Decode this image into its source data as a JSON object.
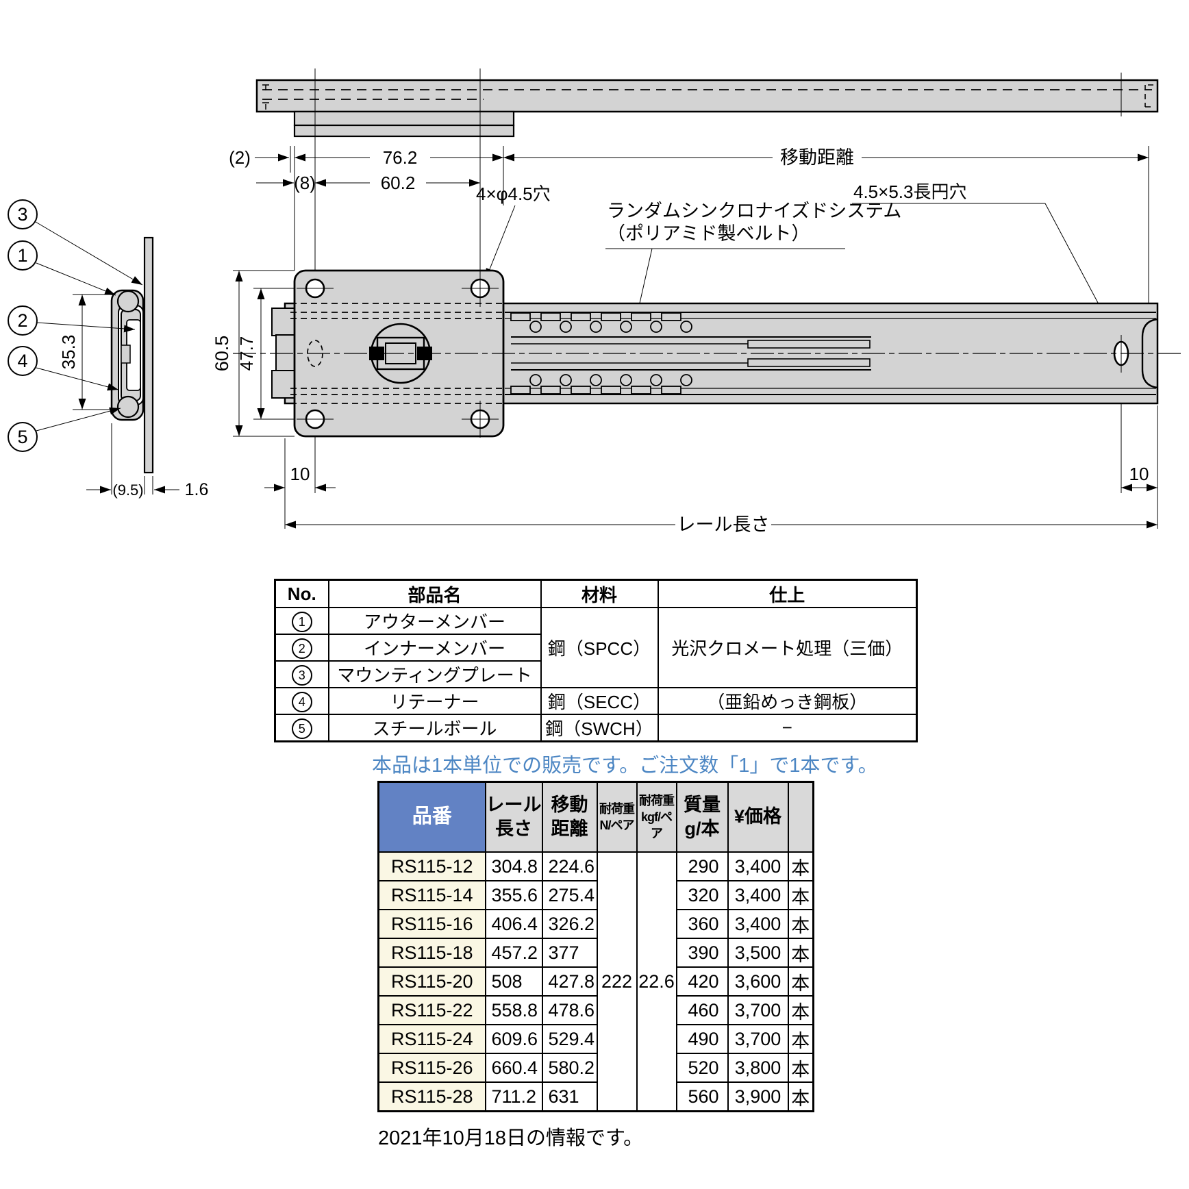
{
  "drawing": {
    "labels": {
      "dim_2": "(2)",
      "dim_76_2": "76.2",
      "travel_label": "移動距離",
      "dim_8": "(8)",
      "dim_60_2": "60.2",
      "holes_label": "4×φ4.5穴",
      "sync_line1": "ランダムシンクロナイズドシステム",
      "sync_line2": "（ポリアミド製ベルト）",
      "oval_label": "4.5×5.3長円穴",
      "dim_60_5": "60.5",
      "dim_47_7": "47.7",
      "dim_10_left": "10",
      "dim_10_right": "10",
      "rail_length_label": "レール長さ",
      "dim_35_3": "35.3",
      "dim_9_5": "(9.5)",
      "dim_1_6": "1.6"
    },
    "callouts": [
      "3",
      "1",
      "2",
      "4",
      "5"
    ]
  },
  "parts_table": {
    "headers": [
      "No.",
      "部品名",
      "材料",
      "仕上"
    ],
    "merged_material": "鋼（SPCC）",
    "merged_finish": "光沢クロメート処理（三価）",
    "rows": [
      {
        "no": "1",
        "name": "アウターメンバー"
      },
      {
        "no": "2",
        "name": "インナーメンバー"
      },
      {
        "no": "3",
        "name": "マウンティングプレート"
      },
      {
        "no": "4",
        "name": "リテーナー",
        "material": "鋼（SECC）",
        "finish": "（亜鉛めっき鋼板）"
      },
      {
        "no": "5",
        "name": "スチールボール",
        "material": "鋼（SWCH）",
        "finish": "−"
      }
    ]
  },
  "sales_note": "本品は1本単位での販売です。ご注文数「1」で1本です。",
  "spec_table": {
    "headers": {
      "part_no": "品番",
      "rail_length": "レール\n長さ",
      "travel": "移動\n距離",
      "load_n": "耐荷重\nN/ペア",
      "load_kgf": "耐荷重\nkgf/ペア",
      "mass": "質量\ng/本",
      "price": "¥価格",
      "unit_header": ""
    },
    "load_n": "222",
    "load_kgf": "22.6",
    "rows": [
      {
        "part_no": "RS115-12",
        "rail_length": "304.8",
        "travel": "224.6",
        "mass": "290",
        "price": "3,400",
        "unit": "本"
      },
      {
        "part_no": "RS115-14",
        "rail_length": "355.6",
        "travel": "275.4",
        "mass": "320",
        "price": "3,400",
        "unit": "本"
      },
      {
        "part_no": "RS115-16",
        "rail_length": "406.4",
        "travel": "326.2",
        "mass": "360",
        "price": "3,400",
        "unit": "本"
      },
      {
        "part_no": "RS115-18",
        "rail_length": "457.2",
        "travel": "377",
        "mass": "390",
        "price": "3,500",
        "unit": "本"
      },
      {
        "part_no": "RS115-20",
        "rail_length": "508",
        "travel": "427.8",
        "mass": "420",
        "price": "3,600",
        "unit": "本"
      },
      {
        "part_no": "RS115-22",
        "rail_length": "558.8",
        "travel": "478.6",
        "mass": "460",
        "price": "3,700",
        "unit": "本"
      },
      {
        "part_no": "RS115-24",
        "rail_length": "609.6",
        "travel": "529.4",
        "mass": "490",
        "price": "3,700",
        "unit": "本"
      },
      {
        "part_no": "RS115-26",
        "rail_length": "660.4",
        "travel": "580.2",
        "mass": "520",
        "price": "3,800",
        "unit": "本"
      },
      {
        "part_no": "RS115-28",
        "rail_length": "711.2",
        "travel": "631",
        "mass": "560",
        "price": "3,900",
        "unit": "本"
      }
    ]
  },
  "footer_note": "2021年10月18日の情報です。",
  "colors": {
    "header_blue": "#6282c4",
    "header_gray": "#d9d9d9",
    "row_cream": "#faf7e4",
    "note_blue": "#4c86c3",
    "metal_fill": "#d3d3d3"
  }
}
